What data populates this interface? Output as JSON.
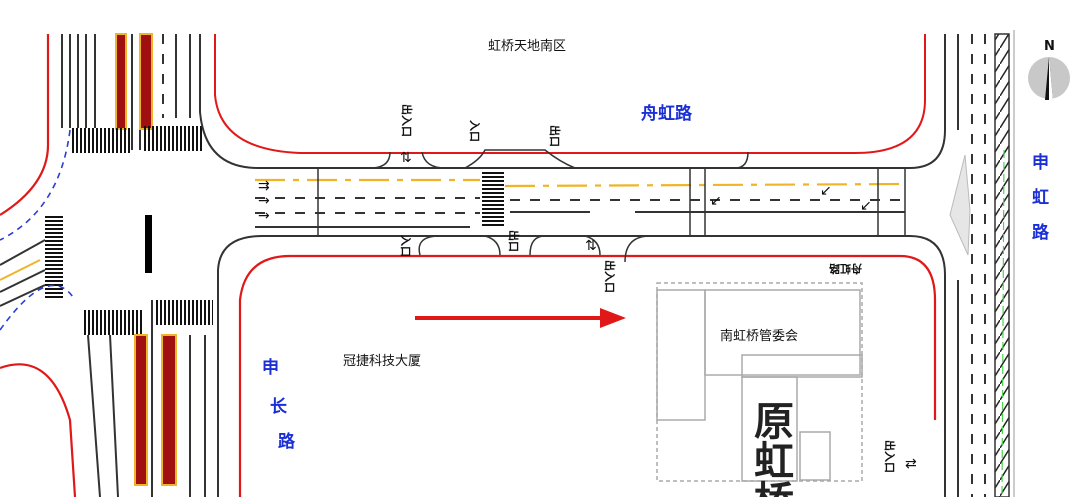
{
  "labels": {
    "north_district": "虹桥天地南区",
    "building_left": "冠捷科技大厦",
    "building_right": "南虹桥管委会",
    "old_building": "原虹桥",
    "compass_north": "N"
  },
  "roads": {
    "zhouhong": "舟虹路",
    "zhouhong_rotated": "舟虹路",
    "shenhong": [
      "申",
      "虹",
      "路"
    ],
    "shenchang": [
      "申",
      "长",
      "路"
    ]
  },
  "road_markings": [
    "出入口",
    "入口",
    "出口",
    "入口",
    "出口",
    "出入口",
    "出入口"
  ],
  "colors": {
    "road_name": "#1a2fd6",
    "building_line": "#e01818",
    "center_line": "#f0b428",
    "arrow": "#e01818"
  }
}
